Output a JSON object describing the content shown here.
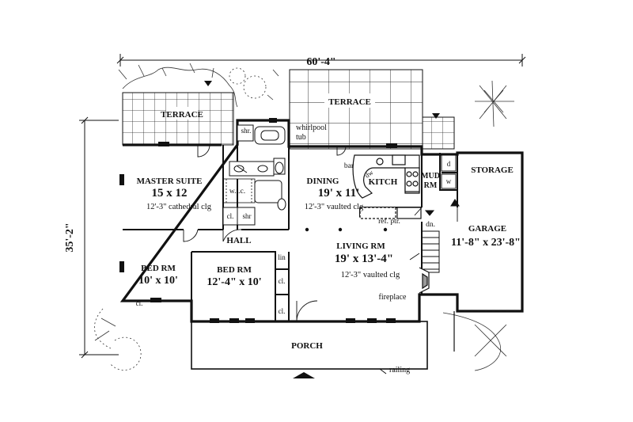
{
  "dimensions": {
    "width": "60'-4\"",
    "depth": "35'-2\""
  },
  "rooms": {
    "terrace_left": "TERRACE",
    "terrace_right": "TERRACE",
    "master_name": "MASTER SUITE",
    "master_size": "15 x 12",
    "master_note": "12'-3\" cathedral clg",
    "wic": "w.i.c.",
    "shr_top": "shr.",
    "shr_bottom": "shr",
    "cl_master": "cl.",
    "whirlpool_1": "whirlpool",
    "whirlpool_2": "tub",
    "dining_name": "DINING",
    "dining_size": "19' x 11'",
    "dining_note": "12'-3\" vaulted clg",
    "kitch": "KITCH",
    "bar": "bar",
    "dw": "dw",
    "mud_1": "MUD",
    "mud_2": "RM",
    "d": "d",
    "w": "w",
    "storage": "STORAGE",
    "garage_name": "GARAGE",
    "garage_size": "11'-8\" x 23'-8\"",
    "ref_ptr": "ref. ptr.",
    "dn": "dn.",
    "hall": "HALL",
    "lin": "lin",
    "cl_hall": "cl.",
    "cl_hall2": "cl.",
    "bed1_name": "BED RM",
    "bed1_size": "10' x 10'",
    "cl_bed1": "cl.",
    "bed2_name": "BED RM",
    "bed2_size": "12'-4\" x 10'",
    "living_name": "LIVING RM",
    "living_size": "19' x 13'-4\"",
    "living_note": "12'-3\" vaulted clg",
    "fireplace": "fireplace",
    "porch": "PORCH",
    "railing": "railing"
  }
}
